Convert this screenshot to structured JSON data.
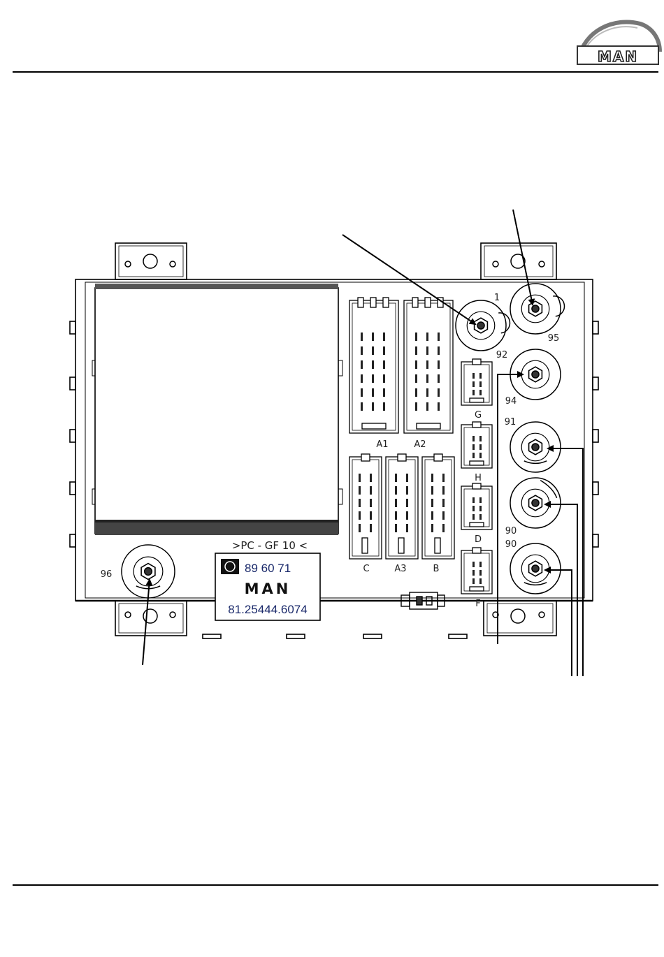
{
  "header": {
    "brand": "MAN"
  },
  "diagram": {
    "top_label": ">PC - GF 10 <",
    "plate": {
      "line1": "89 60 71",
      "line2": "MAN",
      "line3": "81.25444.6074"
    },
    "relays": [
      {
        "id": "r1",
        "label": "1"
      },
      {
        "id": "r95",
        "label": "95"
      },
      {
        "id": "r92",
        "label": "92"
      },
      {
        "id": "r94",
        "label": "94"
      },
      {
        "id": "r91",
        "label": "91"
      },
      {
        "id": "r90a",
        "label": "90"
      },
      {
        "id": "r90b",
        "label": "90"
      },
      {
        "id": "r96",
        "label": "96"
      }
    ],
    "connectors": [
      {
        "id": "a1",
        "label": "A1"
      },
      {
        "id": "a2",
        "label": "A2"
      },
      {
        "id": "g",
        "label": "G"
      },
      {
        "id": "h",
        "label": "H"
      },
      {
        "id": "d",
        "label": "D"
      },
      {
        "id": "f",
        "label": "F"
      },
      {
        "id": "c",
        "label": "C"
      },
      {
        "id": "a3",
        "label": "A3"
      },
      {
        "id": "b",
        "label": "B"
      }
    ]
  }
}
